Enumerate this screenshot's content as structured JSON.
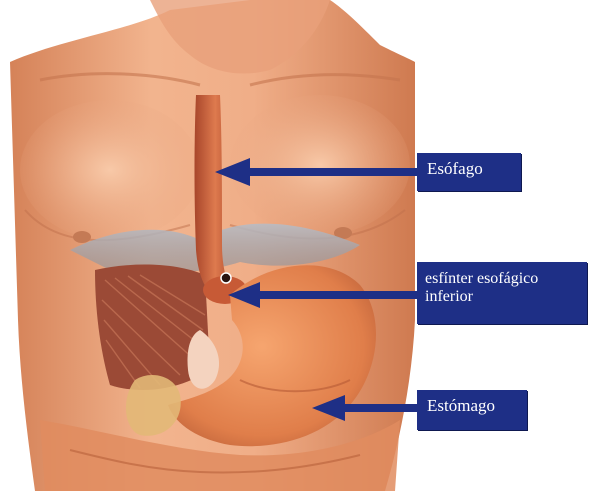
{
  "labels": {
    "esofago": "Esófago",
    "esfinter_line1": "esfínter esofágico",
    "esfinter_line2": "inferior",
    "estomago": "Estómago"
  },
  "colors": {
    "label_bg": "#1e2f86",
    "label_text": "#ffffff",
    "skin": "#e9a07a",
    "esophagus": "#c85a35",
    "stomach": "#e58a55",
    "muscle": "#9b4a36"
  }
}
